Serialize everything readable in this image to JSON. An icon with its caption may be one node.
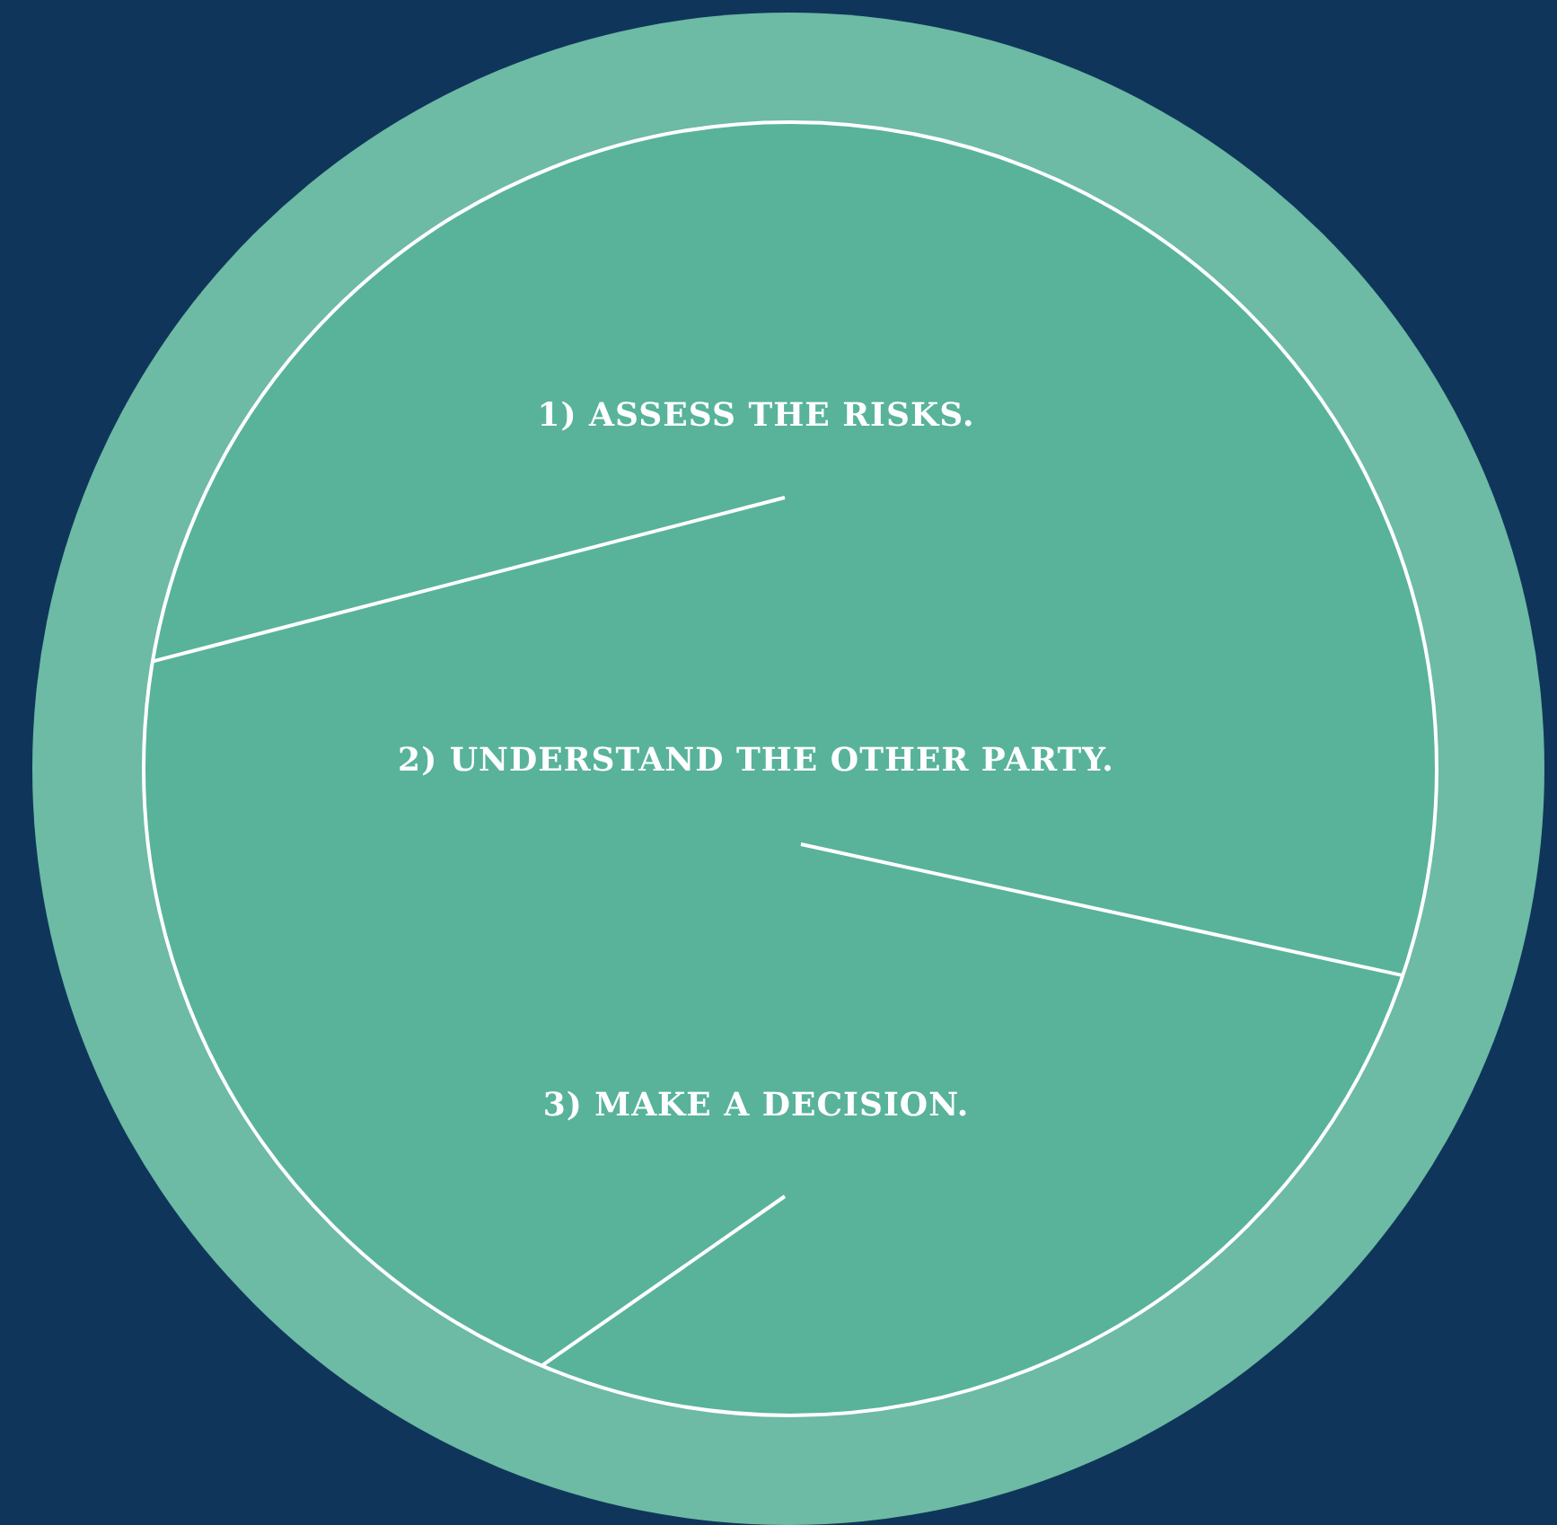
{
  "diagram": {
    "nodes": [
      {
        "text": [],
        "shape": "circle"
      },
      {
        "text": [],
        "shape": "circle",
        "in": 0
      },
      {
        "text": [
          "1) ASSESS THE RISKS."
        ],
        "in": 1
      },
      {
        "text": [
          "2) UNDERSTAND THE OTHER PARTY."
        ],
        "in": 1
      },
      {
        "text": [
          "3) MAKE A DECISION."
        ],
        "in": 1
      }
    ],
    "edges": [
      {
        "from": 2,
        "to": 1,
        "arrow": "none"
      },
      {
        "from": 3,
        "to": 1,
        "arrow": "none"
      },
      {
        "from": 4,
        "to": 1,
        "arrow": "none"
      }
    ]
  }
}
